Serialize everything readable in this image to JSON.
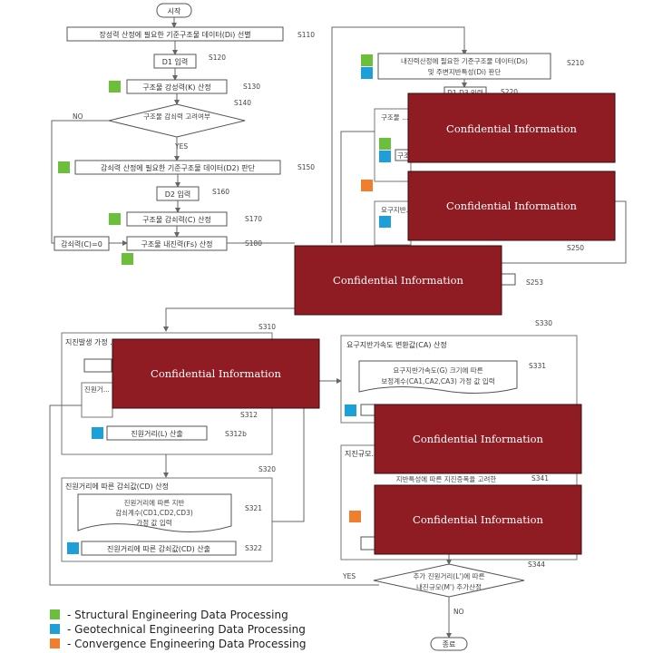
{
  "colors": {
    "structural": "#6cbf3a",
    "geotechnical": "#1e9fd8",
    "convergence": "#ef7f2c",
    "redaction": "#8f1c22"
  },
  "redaction_label": "Confidential Information",
  "flow_left": {
    "start": "시작",
    "s110": {
      "text": "장성력 산정에 필요한 기준구조물 데이터(Di) 선별",
      "step": "S110"
    },
    "s120": {
      "text": "D1 입력",
      "step": "S120"
    },
    "s130": {
      "text": "구조물 강성력(K) 산정",
      "step": "S130"
    },
    "s140": {
      "text": "구조물 감쇠력 고려여부",
      "step": "S140"
    },
    "no": "NO",
    "yes": "YES",
    "s150": {
      "text": "감쇠력 산정에 필요한 기준구조물 데이터(D2) 판단",
      "step": "S150"
    },
    "s160": {
      "text": "D2 입력",
      "step": "S160"
    },
    "s170": {
      "text": "구조물 감쇠력(C) 산정",
      "step": "S170"
    },
    "zero": "감쇠력(C)=0",
    "s180": {
      "text": "구조물 내진력(Fs) 산정",
      "step": "S180"
    }
  },
  "flow_right_top": {
    "s210": {
      "text1": "내진력산정에 필요한 기준구조물 데이터(Ds)",
      "text2": "및 주변지반특성(Di) 판단",
      "step": "S210"
    },
    "s220": {
      "text": "D1 D3 입력",
      "step": "S220"
    },
    "frame_title": "구조물 ...",
    "mid_label": "구조...",
    "lower_label": "요구지반...",
    "s250": "S250",
    "s253": "S253"
  },
  "section_310": {
    "title": "지진발생 가정 ...",
    "step": "S310",
    "text_in": "진원거...",
    "s312": "S312",
    "calc": "진원거리(L) 산출",
    "s312b": "S312b"
  },
  "section_320": {
    "title": "진원거리에 따른 감쇠값(CD) 산정",
    "step": "S320",
    "s321_l1": "진원거리에 따른 지반",
    "s321_l2": "감쇠계수(CD1,CD2,CD3)",
    "s321_l3": "가정 값 입력",
    "s321": "S321",
    "s322_text": "진원거리에 따른 감쇠값(CD) 산출",
    "s322": "S322"
  },
  "section_330": {
    "title": "요구지반가속도 변환값(CA) 산정",
    "step": "S330",
    "s331_l1": "요구지반가속도(G) 크기에 따른",
    "s331_l2": "보정계수(CA1,CA2,CA3) 가정 값 입력",
    "s331": "S331"
  },
  "section_340": {
    "title": "지진규모...",
    "s341_text": "지반특성에 따른 지진증폭율 고려한",
    "s341": "S341",
    "s344_l1": "추가 진원거리(L')에 따른",
    "s344_l2": "내진규모(M') 추가산정",
    "s344": "S344",
    "yes": "YES",
    "no": "NO",
    "end": "종료"
  },
  "legend": [
    {
      "color_key": "structural",
      "label": "- Structural Engineering Data Processing"
    },
    {
      "color_key": "geotechnical",
      "label": "- Geotechnical Engineering Data Processing"
    },
    {
      "color_key": "convergence",
      "label": "- Convergence Engineering Data Processing"
    }
  ]
}
